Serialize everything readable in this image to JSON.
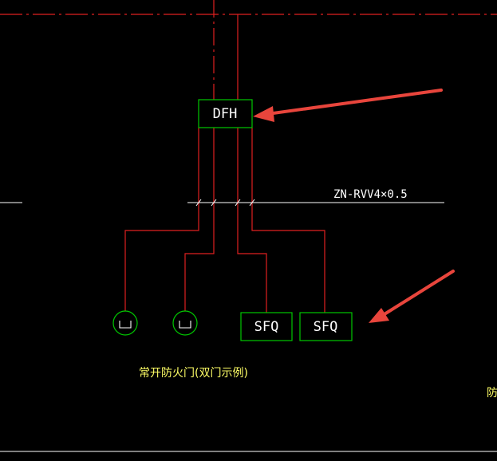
{
  "drawing": {
    "background_color": "#000000",
    "colors": {
      "wire": "#e02020",
      "box": "#00c800",
      "label": "#ffffff",
      "note": "#ffff66",
      "arrow": "#e8453c",
      "bus_line": "#ffffff"
    }
  },
  "boxes": {
    "dfh": {
      "label": "DFH"
    },
    "sfq_1": {
      "label": "SFQ"
    },
    "sfq_2": {
      "label": "SFQ"
    }
  },
  "cable": {
    "label": "ZN-RVV4×0.5"
  },
  "door_note": {
    "text": "常开防火门(双门示例)"
  },
  "edge_glyph": {
    "text": "防"
  },
  "symbols": {
    "door_symbol_1": "door-contact-symbol",
    "door_symbol_2": "door-contact-symbol"
  },
  "annotations": {
    "arrow_1": "pointer-arrow",
    "arrow_2": "pointer-arrow"
  }
}
